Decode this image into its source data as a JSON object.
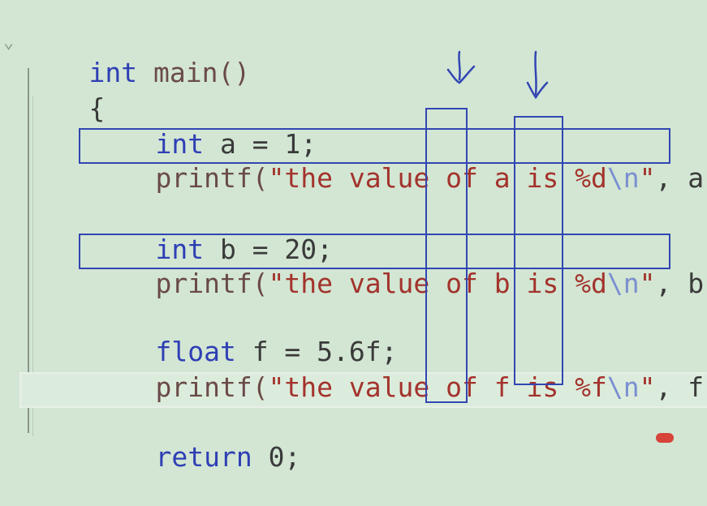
{
  "code": {
    "l1": {
      "kw": "int",
      "rest": " main()"
    },
    "l2": {
      "text": "{"
    },
    "l3": {
      "kw": "int",
      "rest": " a = 1;"
    },
    "l4": {
      "fn": "printf(",
      "str_a": "\"the value of ",
      "var": "a",
      "str_b": " is ",
      "fmt": "%d",
      "esc": "\\n",
      "str_c": "\"",
      "tail": ", a);"
    },
    "l5": {
      "kw": "int",
      "rest": " b = 20;"
    },
    "l6": {
      "fn": "printf(",
      "str_a": "\"the value of ",
      "var": "b",
      "str_b": " is ",
      "fmt": "%d",
      "esc": "\\n",
      "str_c": "\"",
      "tail": ", b);"
    },
    "l7": {
      "kw": "float",
      "rest": " f = 5.6f;"
    },
    "l8": {
      "fn": "printf(",
      "str_a": "\"the value of ",
      "var": "f",
      "str_b": " is ",
      "fmt": "%f",
      "esc": "\\n",
      "str_c": "\"",
      "tail": ", f);"
    },
    "l9": {
      "kw": "return",
      "rest": " 0;"
    }
  },
  "colors": {
    "background": "#d2e6d3",
    "annotation": "#3245b3",
    "keyword": "#2f3fb5",
    "string": "#a3332c"
  },
  "annotations": {
    "arrows": [
      "down-arrow-1",
      "down-arrow-2"
    ]
  }
}
